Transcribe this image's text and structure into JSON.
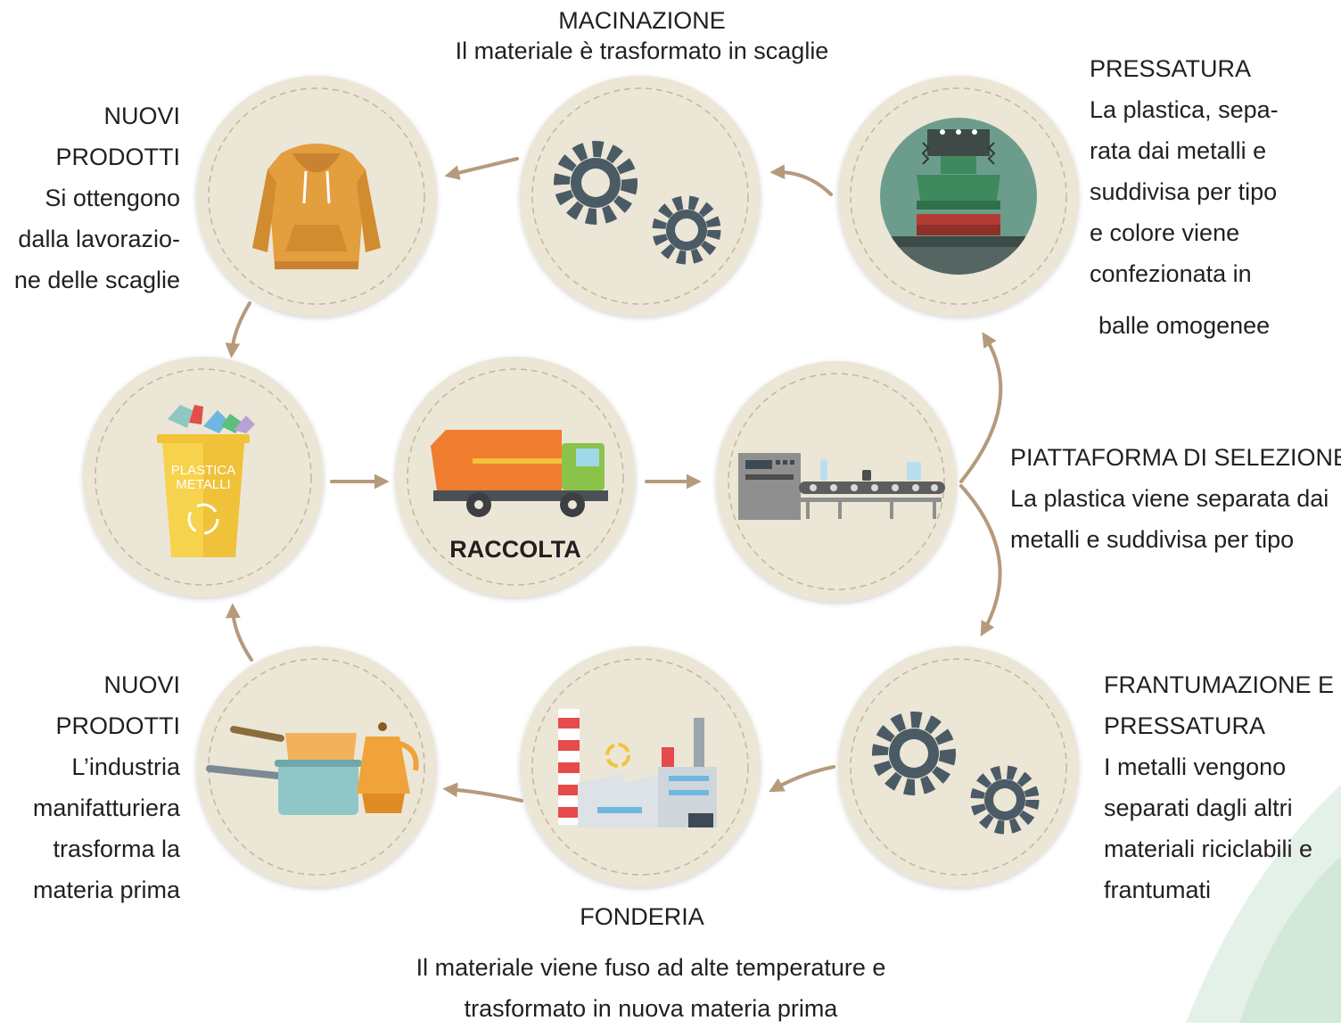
{
  "steps": {
    "macinazione": {
      "title": "MACINAZIONE",
      "desc": "Il materiale è trasformato in scaglie"
    },
    "pressatura": {
      "title": "PRESSATURA",
      "lines": [
        "La plastica, sepa-",
        "rata dai metalli e",
        "suddivisa per tipo",
        "e colore viene",
        "confezionata in",
        "balle omogenee"
      ]
    },
    "nuovi_top": {
      "lines": [
        "NUOVI",
        "PRODOTTI",
        "Si ottengono",
        "dalla lavorazio-",
        "ne delle scaglie"
      ]
    },
    "piattaforma": {
      "title": "PIATTAFORMA DI SELEZIONE",
      "lines": [
        "La plastica viene separata dai",
        "metalli e suddivisa per tipo"
      ]
    },
    "raccolta": {
      "title": "RACCOLTA"
    },
    "bin": {
      "line1": "PLASTICA",
      "line2": "METALLI"
    },
    "nuovi_bottom": {
      "lines": [
        "NUOVI",
        "PRODOTTI",
        "L’industria",
        "manifatturiera",
        "trasforma la",
        "materia prima"
      ]
    },
    "frantumazione": {
      "lines": [
        "FRANTUMAZIONE E",
        "PRESSATURA",
        "I metalli vengono",
        "separati dagli altri",
        "materiali riciclabili e",
        "frantumati"
      ]
    },
    "fonderia": {
      "title": "FONDERIA",
      "lines": [
        "Il materiale viene fuso ad alte temperature e",
        "trasformato in nuova materia prima"
      ]
    }
  },
  "icons": [
    "hoodie-icon",
    "gears-icon",
    "press-machine-icon",
    "recycling-bin-icon",
    "garbage-truck-icon",
    "conveyor-belt-icon",
    "cookware-icon",
    "factory-icon"
  ],
  "colors": {
    "circle": "#ece6d6",
    "arrow": "#b59a7c",
    "dash": "#c2b79f"
  }
}
